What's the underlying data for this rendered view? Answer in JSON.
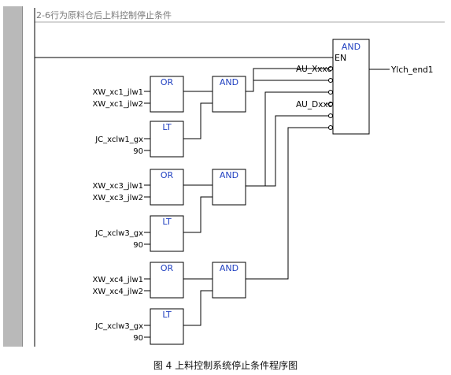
{
  "rung": {
    "title": "2-6行为原料仓后上料控制停止条件"
  },
  "caption": "图 4   上料控制系统停止条件程序图",
  "final_block": {
    "type": "AND",
    "en_label": "EN",
    "inputs": [
      "AU_Xxxc",
      "AU_Dxxc"
    ],
    "output": "Ylch_end1"
  },
  "groups": [
    {
      "or_block": {
        "type": "OR",
        "inputs": [
          "XW_xc1_jlw1",
          "XW_xc1_jlw2"
        ]
      },
      "lt_block": {
        "type": "LT",
        "inputs": [
          "JC_xclw1_gx",
          "90"
        ]
      },
      "and_block": {
        "type": "AND"
      }
    },
    {
      "or_block": {
        "type": "OR",
        "inputs": [
          "XW_xc3_jlw1",
          "XW_xc3_jlw2"
        ]
      },
      "lt_block": {
        "type": "LT",
        "inputs": [
          "JC_xclw3_gx",
          "90"
        ]
      },
      "and_block": {
        "type": "AND"
      }
    },
    {
      "or_block": {
        "type": "OR",
        "inputs": [
          "XW_xc4_jlw1",
          "XW_xc4_jlw2"
        ]
      },
      "lt_block": {
        "type": "LT",
        "inputs": [
          "JC_xclw3_gx",
          "90"
        ]
      },
      "and_block": {
        "type": "AND"
      }
    }
  ],
  "colors": {
    "block_title": "#2040c0",
    "wire": "#000000",
    "rung_title": "#7a7a7a",
    "rail": "#b9b9b9"
  }
}
